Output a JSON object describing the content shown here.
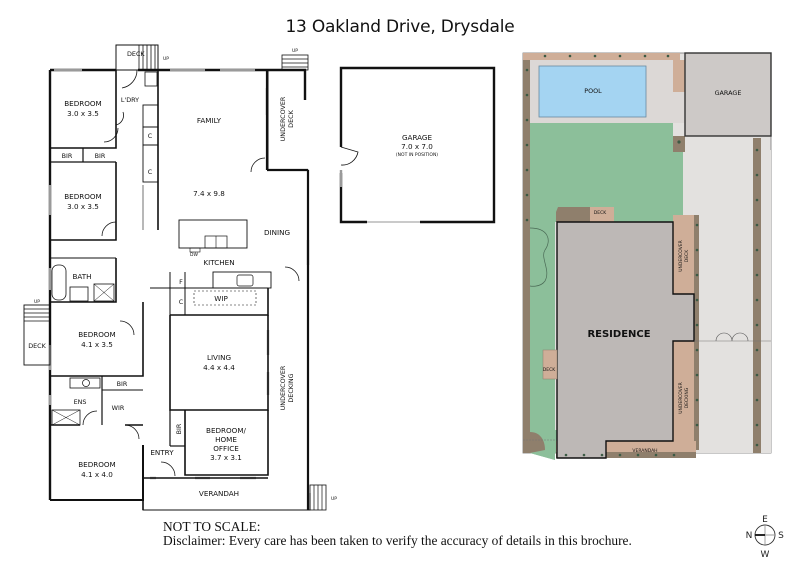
{
  "title": "13 Oakland Drive, Drysdale",
  "floor_plan": {
    "rooms": [
      {
        "id": "bedroom1",
        "name": "BEDROOM",
        "size": "3.0 x 3.5"
      },
      {
        "id": "bedroom2",
        "name": "BEDROOM",
        "size": "3.0 x 3.5"
      },
      {
        "id": "bedroom3",
        "name": "BEDROOM",
        "size": "4.1 x 3.5"
      },
      {
        "id": "bedroom4",
        "name": "BEDROOM",
        "size": "4.1 x 4.0"
      },
      {
        "id": "family",
        "name": "FAMILY",
        "size": "7.4 x 9.8"
      },
      {
        "id": "dining",
        "name": "DINING",
        "size": ""
      },
      {
        "id": "kitchen",
        "name": "KITCHEN",
        "size": ""
      },
      {
        "id": "living",
        "name": "LIVING",
        "size": "4.4 x 4.4"
      },
      {
        "id": "office",
        "name_line1": "BEDROOM/",
        "name_line2": "HOME",
        "name_line3": "OFFICE",
        "size": "3.7 x 3.1"
      }
    ],
    "labels": {
      "laundry": "L'DRY",
      "deck_top": "DECK",
      "deck_left": "DECK",
      "bir": "BIR",
      "cupboard": "C",
      "fridge": "F",
      "wip": "WIP",
      "bath": "BATH",
      "ens": "ENS",
      "wir": "WIR",
      "entry": "ENTRY",
      "verandah": "VERANDAH",
      "undercover_deck_1": "UNDERCOVER",
      "undercover_deck_2": "DECK",
      "undercover_decking_1": "UNDERCOVER",
      "undercover_decking_2": "DECKING",
      "dishwasher": "DW",
      "up": "UP"
    }
  },
  "garage_plan": {
    "name": "GARAGE",
    "size": "7.0 x 7.0",
    "note": "(NOT IN POSITION)"
  },
  "site_plan": {
    "pool": "POOL",
    "garage": "GARAGE",
    "residence": "RESIDENCE",
    "deck": "DECK",
    "deck_left": "DECK",
    "undercover_deck_1": "UNDERCOVER",
    "undercover_deck_2": "DECK",
    "undercover_decking_1": "UNDERCOVER",
    "undercover_decking_2": "DECKING",
    "verandah": "VERANDAH",
    "colors": {
      "lawn": "#8cbf9a",
      "pool": "#a4d4f2",
      "paving": "#dcd8d6",
      "residence": "#bdb8b6",
      "deck": "#cfae98",
      "garden_bed": "#8f7f6c",
      "driveway": "#e3e1df"
    }
  },
  "compass": {
    "top": "E",
    "left": "N",
    "right": "S",
    "bottom": "W"
  },
  "footer": {
    "not_to_scale": "NOT TO SCALE:",
    "disclaimer": "Disclaimer: Every care has been taken to verify the accuracy of details in this brochure."
  }
}
